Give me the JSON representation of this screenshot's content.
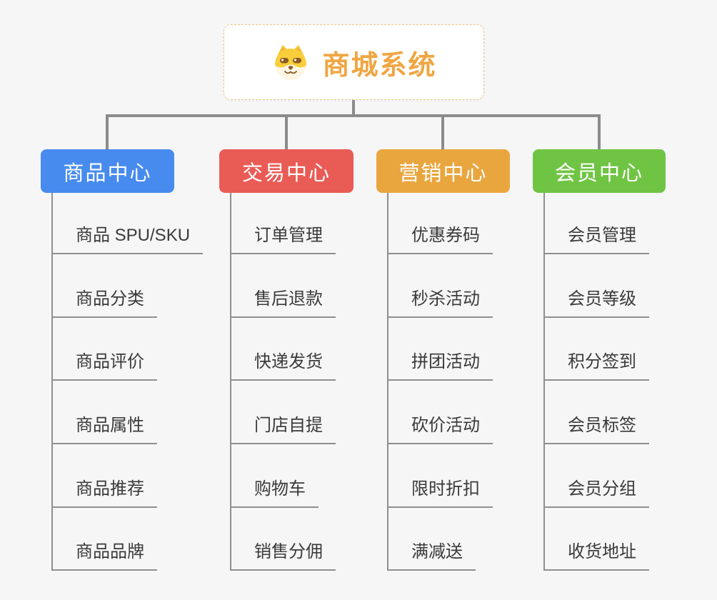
{
  "page": {
    "background_color": "#f6f6f7",
    "connector_color": "#8b8b8b"
  },
  "root": {
    "title": "商城系统",
    "icon": "dog-face-icon",
    "title_color": "#efa643",
    "border_color": "#f0c383",
    "background": "#ffffff"
  },
  "branches": [
    {
      "label": "商品中心",
      "color": "#478bee",
      "items": [
        "商品 SPU/SKU",
        "商品分类",
        "商品评价",
        "商品属性",
        "商品推荐",
        "商品品牌"
      ]
    },
    {
      "label": "交易中心",
      "color": "#e95c55",
      "items": [
        "订单管理",
        "售后退款",
        "快递发货",
        "门店自提",
        "购物车",
        "销售分佣"
      ]
    },
    {
      "label": "营销中心",
      "color": "#eaa63e",
      "items": [
        "优惠券码",
        "秒杀活动",
        "拼团活动",
        "砍价活动",
        "限时折扣",
        "满减送"
      ]
    },
    {
      "label": "会员中心",
      "color": "#70c444",
      "items": [
        "会员管理",
        "会员等级",
        "积分签到",
        "会员标签",
        "会员分组",
        "收货地址"
      ]
    }
  ]
}
